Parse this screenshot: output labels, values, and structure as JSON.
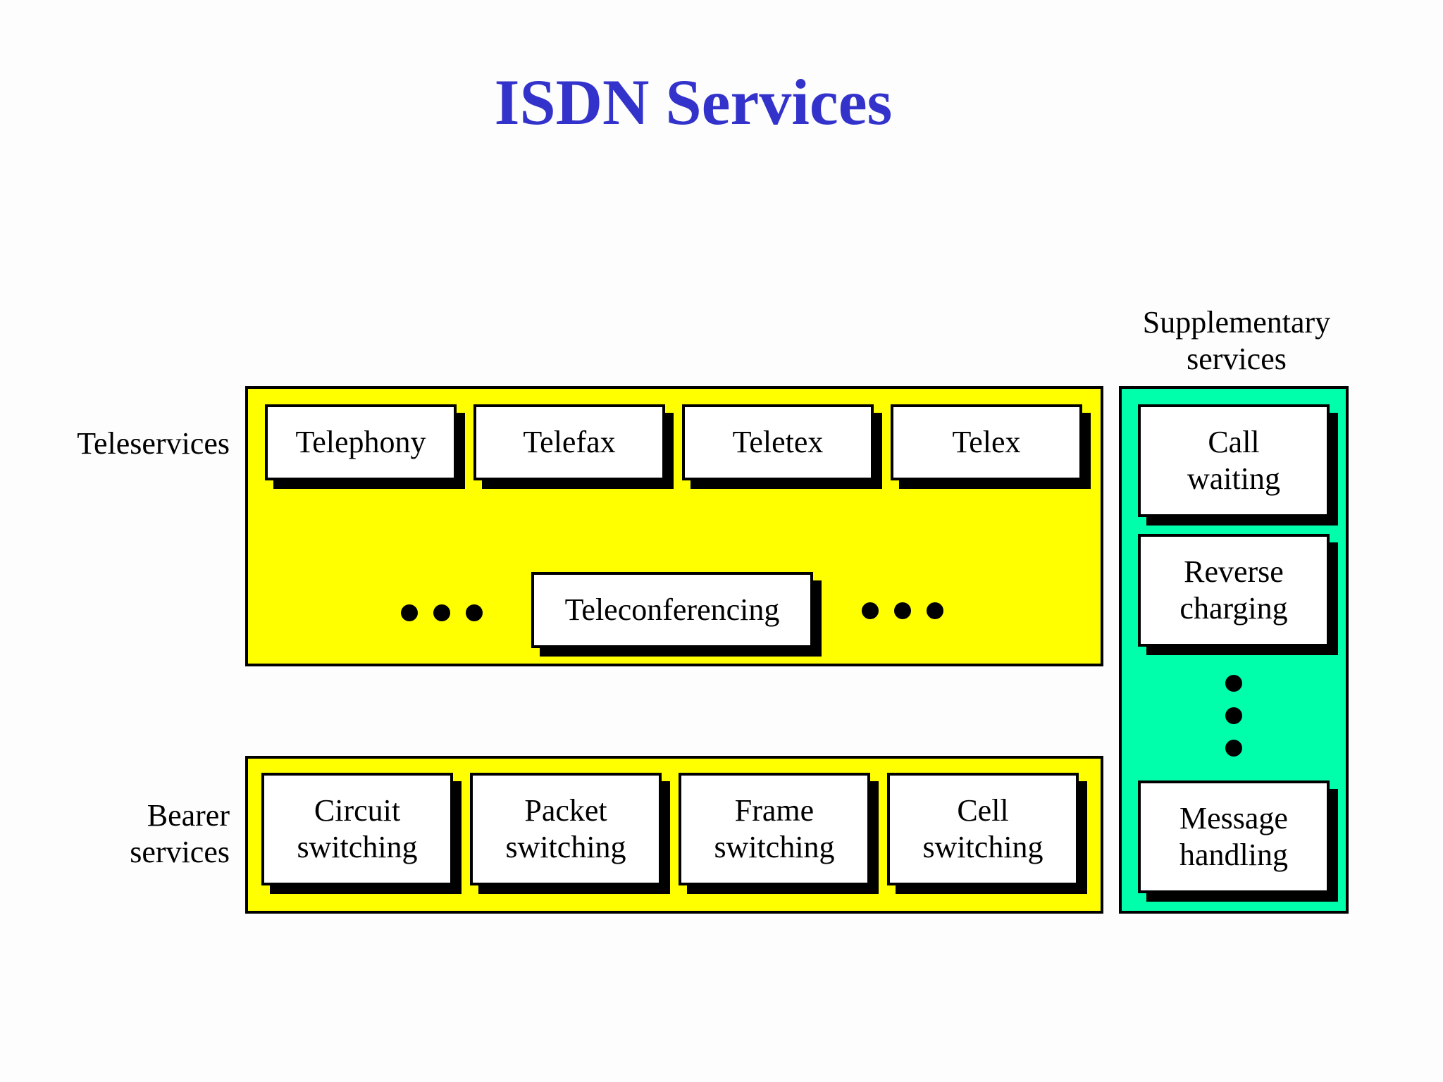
{
  "title": "ISDN Services",
  "labels": {
    "teleservices": "Teleservices",
    "bearer": "Bearer\nservices",
    "supplementary": "Supplementary\nservices"
  },
  "teleservices": [
    "Telephony",
    "Telefax",
    "Teletex",
    "Telex"
  ],
  "teleconferencing": "Teleconferencing",
  "bearer_services": [
    "Circuit\nswitching",
    "Packet\nswitching",
    "Frame\nswitching",
    "Cell\nswitching"
  ],
  "supplementary_services": [
    "Call\nwaiting",
    "Reverse\ncharging",
    "Message\nhandling"
  ],
  "colors": {
    "title": "#3333cc",
    "teleservices_panel": "#ffff00",
    "bearer_panel": "#ffff00",
    "supplementary_panel": "#00ffaa"
  }
}
